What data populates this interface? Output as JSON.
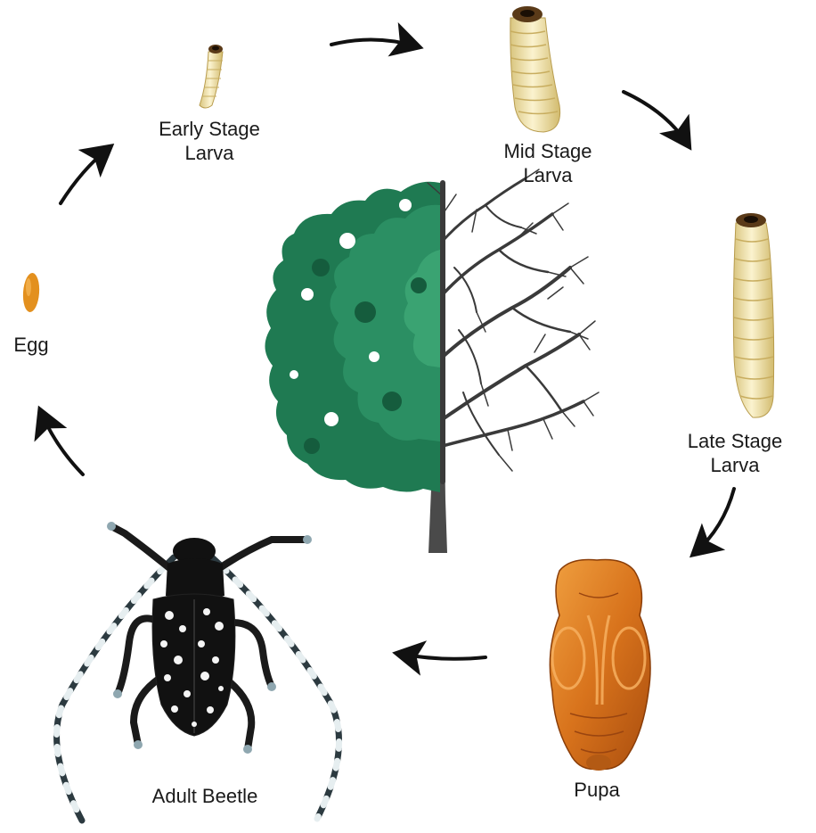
{
  "stages": {
    "early_larva": {
      "line1": "Early Stage",
      "line2": "Larva"
    },
    "mid_larva": {
      "line1": "Mid Stage",
      "line2": "Larva"
    },
    "late_larva": {
      "line1": "Late Stage",
      "line2": "Larva"
    },
    "egg": {
      "line1": "Egg"
    },
    "adult": {
      "line1": "Adult Beetle"
    },
    "pupa": {
      "line1": "Pupa"
    }
  },
  "colors": {
    "foliage": "#1f7a52",
    "branches": "#3a3a3a",
    "larva": "#efe0a6",
    "egg": "#e3901e",
    "pupa": "#d8731c",
    "beetle": "#111111",
    "beetle_spots": "#f4f4f4",
    "arrow": "#111111"
  }
}
